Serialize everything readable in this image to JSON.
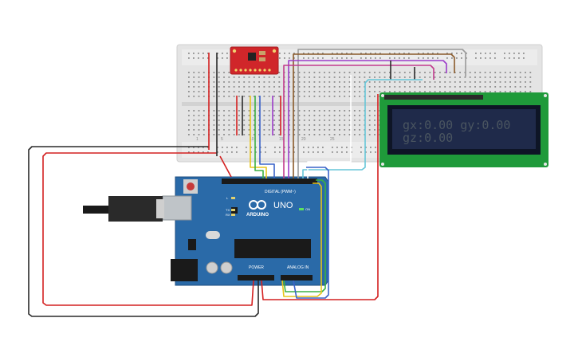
{
  "lcd": {
    "line1": "gx:0.00 gy:0.00",
    "line2": "gz:0.00",
    "text_color": "#4a5560",
    "screen_color": "#1f2a4a",
    "board_color": "#1f9a3a"
  },
  "arduino": {
    "brand": "ARDUINO",
    "model": "UNO",
    "digital_label": "DIGITAL (PWM~)",
    "analog_label": "ANALOG IN",
    "power_label": "POWER",
    "on_label": "ON",
    "tx_label": "TX",
    "rx_label": "RX",
    "l_label": "L",
    "board_color": "#2a6aa8"
  },
  "breadboard": {
    "col_labels": [
      "1",
      "5",
      "10",
      "15",
      "20",
      "25"
    ]
  },
  "colors": {
    "wire_red": "#d42020",
    "wire_black": "#2a2a2a",
    "wire_yellow": "#e8c61a",
    "wire_green": "#3cb043",
    "wire_blue": "#3a63c9",
    "wire_purple": "#9c3cc9",
    "wire_cyan": "#66c6d8",
    "wire_brown": "#8a5a2a",
    "wire_magenta": "#c23b8d",
    "wire_gray": "#9a9a9a",
    "sensor_color": "#d0262a"
  }
}
